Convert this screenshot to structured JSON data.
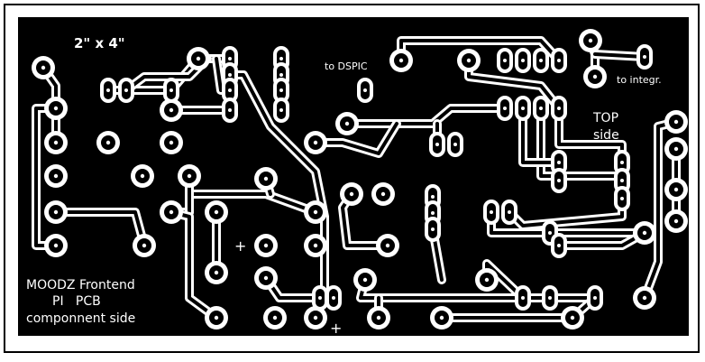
{
  "board": {
    "size_label": "2\" x 4\"",
    "to_dspic_label": "to DSPIC",
    "to_integr_label": "to integr.",
    "top_side_line1": "TOP",
    "top_side_line2": "side",
    "title_line1": "MOODZ Frontend",
    "title_line2": "PI   PCB",
    "title_line3": "componnent side",
    "plus_mark_1": "+",
    "plus_mark_2": "+",
    "colors": {
      "copper": "#000000",
      "background": "#ffffff"
    }
  }
}
